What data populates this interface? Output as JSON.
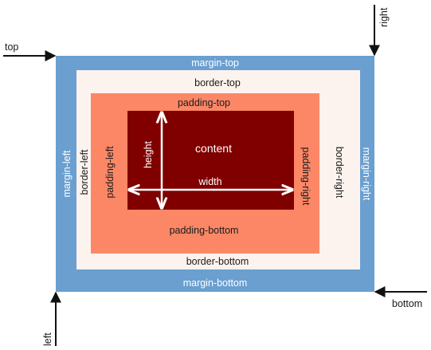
{
  "labels": {
    "top": "top",
    "right": "right",
    "bottom": "bottom",
    "left": "left",
    "margin_top": "margin-top",
    "margin_bottom": "margin-bottom",
    "margin_left": "margin-left",
    "margin_right": "margin-right",
    "border_top": "border-top",
    "border_bottom": "border-bottom",
    "border_left": "border-left",
    "border_right": "border-right",
    "padding_top": "padding-top",
    "padding_bottom": "padding-bottom",
    "padding_left": "padding-left",
    "padding_right": "padding-right",
    "content": "content",
    "width": "width",
    "height": "height"
  },
  "colors": {
    "margin": "#6a9fd0",
    "border": "#fdf3ee",
    "padding": "#fc8766",
    "content": "#800000",
    "arrow": "#111111",
    "light_text": "#ffffff",
    "dark_text": "#1a1a1a"
  }
}
